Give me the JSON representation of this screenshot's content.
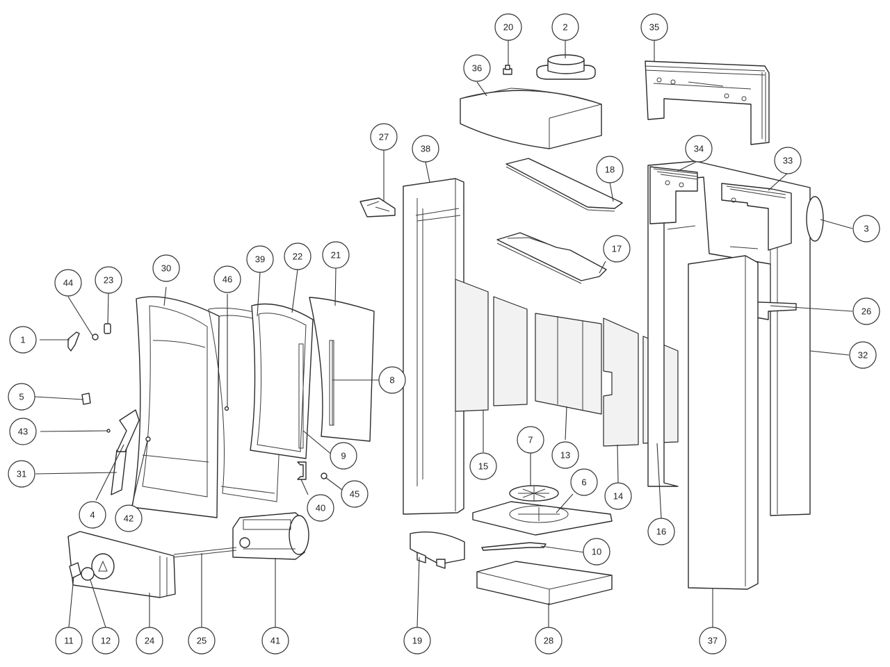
{
  "callouts": [
    "1",
    "2",
    "3",
    "4",
    "5",
    "6",
    "7",
    "8",
    "9",
    "10",
    "11",
    "12",
    "13",
    "14",
    "15",
    "16",
    "17",
    "18",
    "19",
    "20",
    "21",
    "22",
    "23",
    "24",
    "25",
    "26",
    "27",
    "28",
    "30",
    "31",
    "32",
    "33",
    "34",
    "35",
    "36",
    "37",
    "38",
    "39",
    "40",
    "41",
    "42",
    "43",
    "44",
    "45",
    "46"
  ]
}
